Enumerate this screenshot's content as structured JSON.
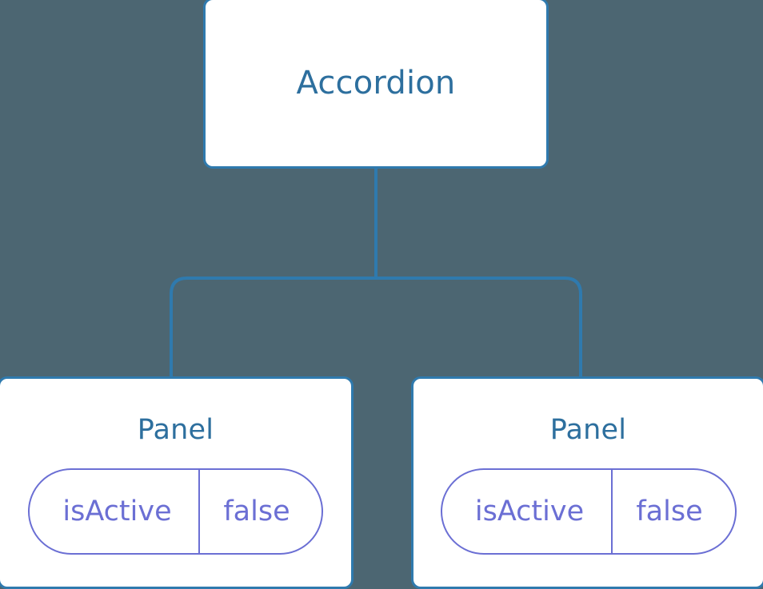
{
  "diagram": {
    "type": "component-tree",
    "background_color": "#4c6672",
    "node_border_color": "#2f7aae",
    "node_fill_color": "#ffffff",
    "node_title_color": "#2d6f9e",
    "prop_color": "#6b6fd4",
    "connector_color": "#2f7aae",
    "root": {
      "title": "Accordion"
    },
    "children": [
      {
        "title": "Panel",
        "prop_key": "isActive",
        "prop_value": "false"
      },
      {
        "title": "Panel",
        "prop_key": "isActive",
        "prop_value": "false"
      }
    ]
  }
}
